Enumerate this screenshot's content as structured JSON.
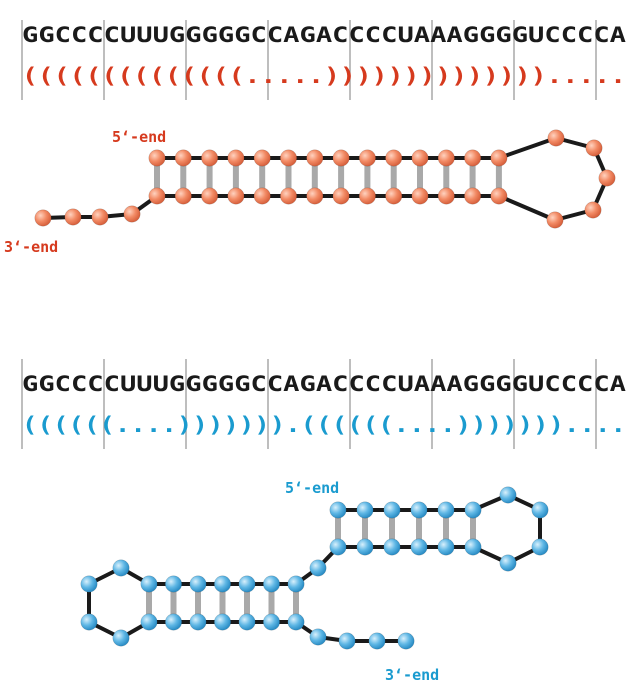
{
  "colors": {
    "sequence_text": "#1a1a1a",
    "divider": "#9a9a9a",
    "backbone": "#1a1a1a",
    "pair_bond": "#a9a9a9",
    "structure_a_accent": "#d63a1e",
    "structure_a_node": "#f28a64",
    "structure_b_accent": "#1a9bcf",
    "structure_b_node": "#5fb7e5"
  },
  "structure_a": {
    "sequence": "GGCCCCUUUGGGGGCCAGACCCCUAAAGGGGUCCCCA",
    "dot_bracket": "((((((((((((((.....)))))))))))))).....",
    "label_5prime": "5‘-end",
    "label_3prime": "3‘-end"
  },
  "structure_b": {
    "sequence": "GGCCCCUUUGGGGGCCAGACCCCUAAAGGGGUCCCCA",
    "dot_bracket": "((((((....))))))).((((((....)))))))....",
    "label_5prime": "5‘-end",
    "label_3prime": "3‘-end"
  }
}
